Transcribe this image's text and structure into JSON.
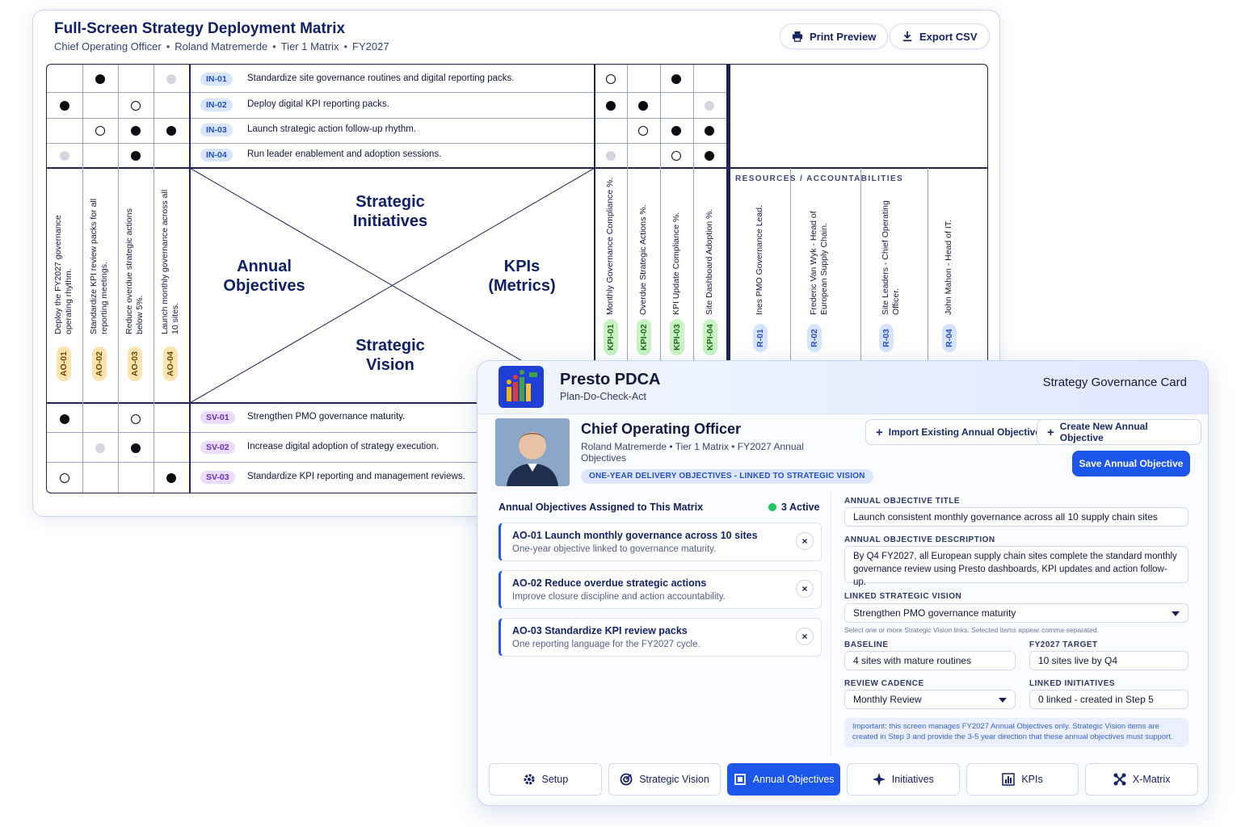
{
  "matrix": {
    "title": "Full-Screen Strategy Deployment Matrix",
    "subtitle_parts": [
      "Chief Operating Officer",
      "Roland Matremerde",
      "Tier 1 Matrix",
      "FY2027"
    ],
    "separator": "•",
    "print_label": "Print Preview",
    "export_label": "Export CSV",
    "initiatives": [
      {
        "id": "IN-01",
        "text": "Standardize site governance routines and digital reporting packs."
      },
      {
        "id": "IN-02",
        "text": "Deploy digital KPI reporting packs."
      },
      {
        "id": "IN-03",
        "text": "Launch strategic action follow-up rhythm."
      },
      {
        "id": "IN-04",
        "text": "Run leader enablement and adoption sessions."
      }
    ],
    "visions": [
      {
        "id": "SV-01",
        "text": "Strengthen PMO governance maturity."
      },
      {
        "id": "SV-02",
        "text": "Increase digital adoption of strategy execution."
      },
      {
        "id": "SV-03",
        "text": "Standardize KPI reporting and management reviews."
      }
    ],
    "objectives": [
      {
        "id": "AO-01",
        "text": "Deploy the FY2027 governance operating rhythm."
      },
      {
        "id": "AO-02",
        "text": "Standardize KPI review packs for all reporting meetings."
      },
      {
        "id": "AO-03",
        "text": "Reduce overdue strategic actions below 5%."
      },
      {
        "id": "AO-04",
        "text": "Launch monthly governance across all 10 sites."
      }
    ],
    "kpis": [
      {
        "id": "KPI-01",
        "text": "Monthly Governance Compliance %."
      },
      {
        "id": "KPI-02",
        "text": "Overdue Strategic Actions %."
      },
      {
        "id": "KPI-03",
        "text": "KPI Update Compliance %."
      },
      {
        "id": "KPI-04",
        "text": "Site Dashboard Adoption %."
      }
    ],
    "resources_label": "RESOURCES / ACCOUNTABILITIES",
    "resources": [
      {
        "id": "R-01",
        "text": "Ines PMO Governance Lead."
      },
      {
        "id": "R-02",
        "text": "Frederic Van Wyk - Head of European Supply Chain."
      },
      {
        "id": "R-03",
        "text": "Site Leaders - Chief Operating Officer."
      },
      {
        "id": "R-04",
        "text": "John Mahon - Head of IT."
      }
    ],
    "quadrants": {
      "top": "Strategic\nInitiatives",
      "left": "Annual\nObjectives",
      "right": "KPIs\n(Metrics)",
      "bottom": "Strategic\nVision"
    }
  },
  "card": {
    "brand": "Presto PDCA",
    "brand_sub": "Plan-Do-Check-Act",
    "kind": "Strategy Governance Card",
    "role": "Chief Operating Officer",
    "role_sub": "Roland Matremerde  •  Tier 1 Matrix  •  FY2027 Annual Objectives",
    "badge": "ONE-YEAR DELIVERY OBJECTIVES - LINKED TO STRATEGIC VISION",
    "import_label": "Import Existing Annual Objective",
    "create_label": "Create New Annual Objective",
    "save_label": "Save Annual Objective",
    "list_title": "Annual Objectives Assigned to This Matrix",
    "active_label": "3 Active",
    "objectives": [
      {
        "title": "AO-01 Launch monthly governance across 10 sites",
        "desc": "One-year objective linked to governance maturity."
      },
      {
        "title": "AO-02 Reduce overdue strategic actions",
        "desc": "Improve closure discipline and action accountability."
      },
      {
        "title": "AO-03 Standardize KPI review packs",
        "desc": "One reporting language for the FY2027 cycle."
      }
    ],
    "remove_glyph": "×",
    "form": {
      "title_label": "ANNUAL OBJECTIVE TITLE",
      "title_value": "Launch consistent monthly governance across all 10 supply chain sites",
      "desc_label": "ANNUAL OBJECTIVE DESCRIPTION",
      "desc_value": "By Q4 FY2027, all European supply chain sites complete the standard monthly governance review using Presto dashboards, KPI updates and action follow-up.",
      "vision_label": "LINKED STRATEGIC VISION",
      "vision_value": "Strengthen PMO governance maturity",
      "vision_hint": "Select one or more Strategic Vision links. Selected items appear comma-separated.",
      "baseline_label": "BASELINE",
      "baseline_value": "4 sites with mature routines",
      "target_label": "FY2027 TARGET",
      "target_value": "10 sites live by Q4",
      "cadence_label": "REVIEW CADENCE",
      "cadence_value": "Monthly Review",
      "linked_label": "LINKED INITIATIVES",
      "linked_value": "0 linked - created in Step 5",
      "note": "Important: this screen manages FY2027 Annual Objectives only. Strategic Vision items are created in Step 3 and provide the 3-5 year direction that these annual objectives must support."
    },
    "nav": [
      {
        "label": "Setup",
        "icon": "gear-icon"
      },
      {
        "label": "Strategic Vision",
        "icon": "target-icon"
      },
      {
        "label": "Annual Objectives",
        "icon": "square-icon"
      },
      {
        "label": "Initiatives",
        "icon": "sparkle-icon"
      },
      {
        "label": "KPIs",
        "icon": "bar-chart-icon"
      },
      {
        "label": "X-Matrix",
        "icon": "x-matrix-icon"
      }
    ],
    "accent": "#1c56ea"
  }
}
